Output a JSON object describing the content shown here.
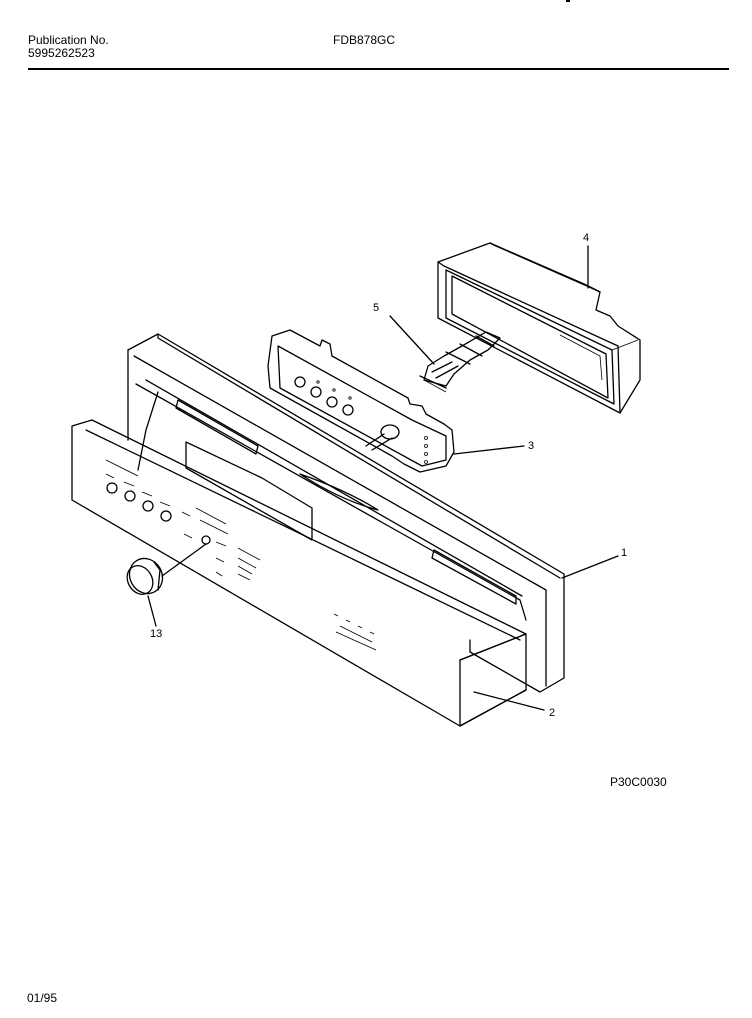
{
  "header": {
    "publication_label": "Publication No.",
    "publication_number": "5995262523",
    "model": "FDB878GC"
  },
  "callouts": {
    "c1": "1",
    "c2": "2",
    "c3": "3",
    "c4": "4",
    "c5": "5",
    "c13": "13"
  },
  "footer": {
    "figure_code": "P30C0030",
    "date_code": "01/95"
  }
}
